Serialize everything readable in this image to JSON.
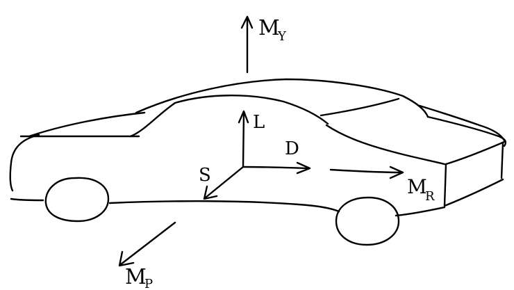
{
  "labels": {
    "yaw_main": "M",
    "yaw_sub": "Y",
    "lift": "L",
    "drag": "D",
    "side": "S",
    "roll_main": "M",
    "roll_sub": "R",
    "pitch_main": "M",
    "pitch_sub": "P"
  },
  "colors": {
    "ink": "#000000",
    "background": "#ffffff"
  }
}
